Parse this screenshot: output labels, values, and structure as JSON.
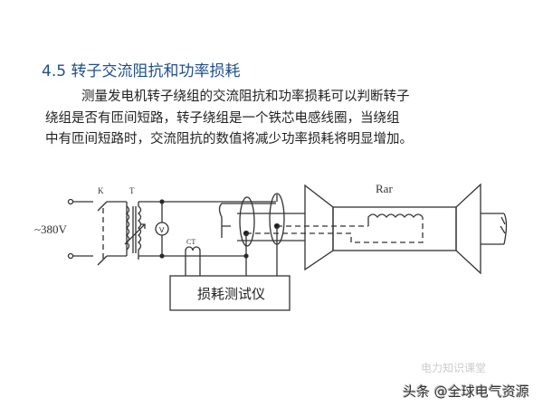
{
  "title": "4.5  转子交流阻抗和功率损耗",
  "paragraph": [
    "测量发电机转子绕组的交流阻抗和功率损耗可以判断转子",
    "绕组是否有匝间短路，转子绕组是一个铁芯电感线圈，当绕组",
    "中有匝间短路时，交流阻抗的数值将减少功率损耗将明显增加。"
  ],
  "diagram": {
    "source_label": "~380V",
    "switch_label": "K",
    "transformer_label": "T",
    "voltmeter_label": "V",
    "ct_label": "CT",
    "instrument_label": "损耗测试仪",
    "rotor_label": "Rar"
  },
  "watermark": {
    "main": "头条 @全球电气资源",
    "faint": "电力知识课堂"
  }
}
